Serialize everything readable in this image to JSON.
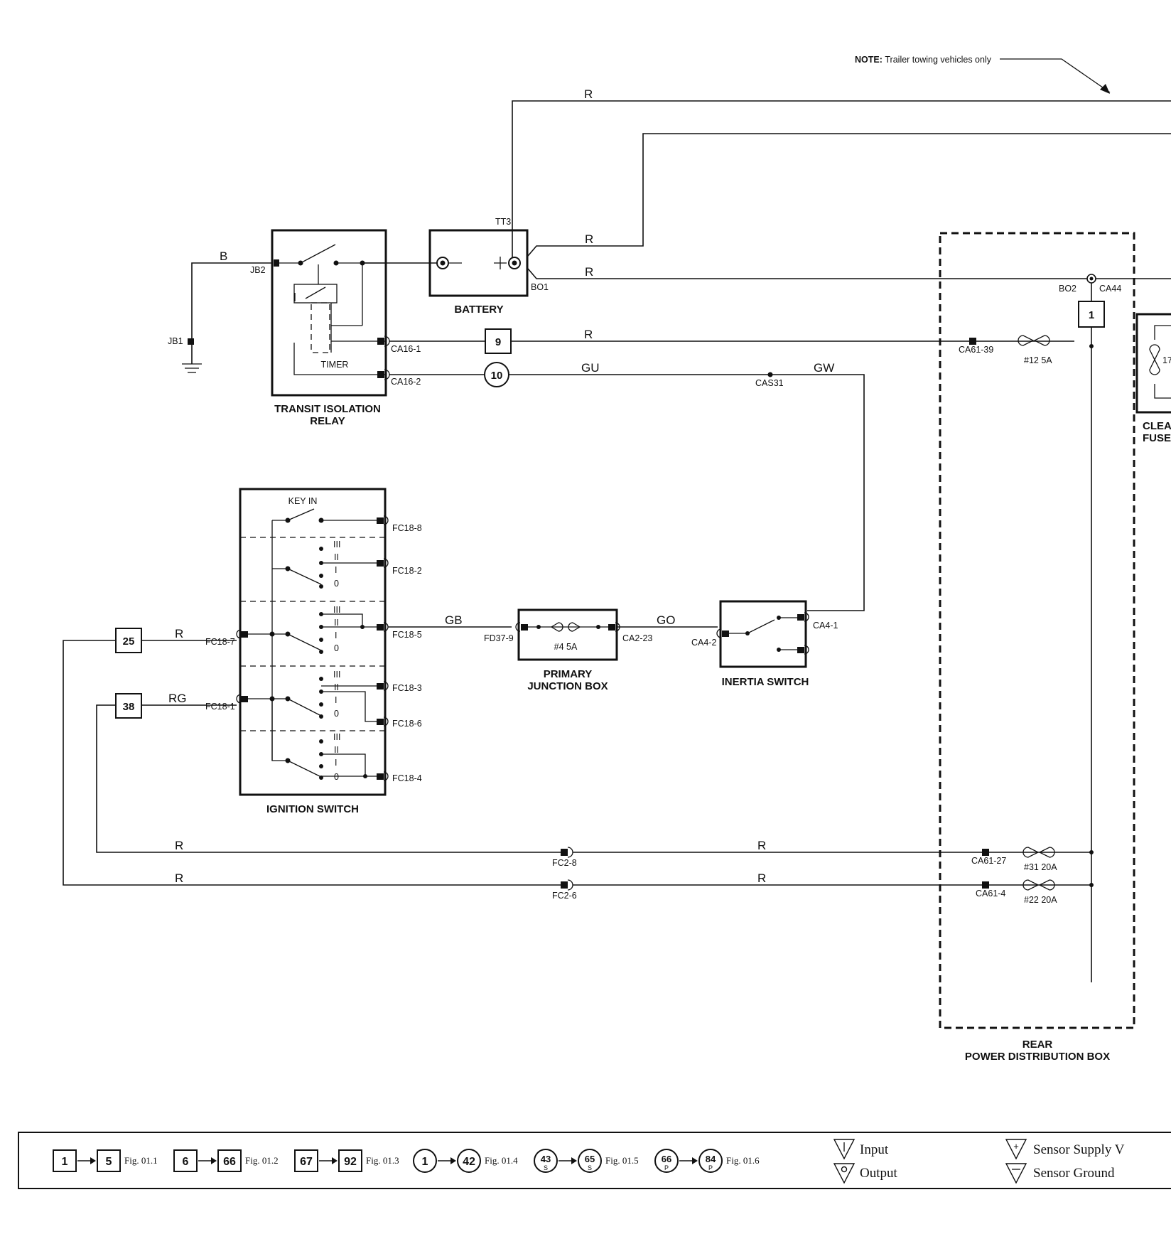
{
  "note": {
    "label": "NOTE:",
    "text": "Trailer towing vehicles only"
  },
  "wire_colors": {
    "top_r1": "R",
    "top_r2": "R",
    "bo1_r": "R",
    "b_ground": "B",
    "ca16_1": "R",
    "ca16_2": "GU",
    "cas31": "GW",
    "gb": "GB",
    "go": "GO",
    "fc18_7": "R",
    "fc18_1": "RG",
    "lower_r1_left": "R",
    "lower_r1_right": "R",
    "lower_r2_left": "R",
    "lower_r2_right": "R"
  },
  "components": {
    "battery": "BATTERY",
    "transit_relay_line1": "TRANSIT ISOLATION",
    "transit_relay_line2": "RELAY",
    "timer": "TIMER",
    "ignition_switch": "IGNITION SWITCH",
    "key_in": "KEY IN",
    "primary_jb_line1": "PRIMARY",
    "primary_jb_line2": "JUNCTION BOX",
    "inertia_switch": "INERTIA SWITCH",
    "rear_pdb_line1": "REAR",
    "rear_pdb_line2": "POWER DISTRIBUTION BOX",
    "clear_fuse_line1": "CLEA",
    "clear_fuse_line2": "FUSE",
    "clear_fuse_num": "17"
  },
  "switch_positions": {
    "p3": "III",
    "p2": "II",
    "p1": "I",
    "p0": "0"
  },
  "connectors": {
    "tt3": "TT3",
    "bo1": "BO1",
    "bo2": "BO2",
    "ca44": "CA44",
    "jb2": "JB2",
    "jb1": "JB1",
    "ca16_1": "CA16-1",
    "ca16_2": "CA16-2",
    "ca61_39": "CA61-39",
    "cas31": "CAS31",
    "fc18_8": "FC18-8",
    "fc18_2": "FC18-2",
    "fc18_5": "FC18-5",
    "fc18_3": "FC18-3",
    "fc18_6": "FC18-6",
    "fc18_4": "FC18-4",
    "fc18_7": "FC18-7",
    "fc18_1": "FC18-1",
    "fd37_9": "FD37-9",
    "ca2_23": "CA2-23",
    "ca4_2": "CA4-2",
    "ca4_1": "CA4-1",
    "fc2_8": "FC2-8",
    "fc2_6": "FC2-6",
    "ca61_27": "CA61-27",
    "ca61_4": "CA61-4"
  },
  "fuses": {
    "f12": "#12 5A",
    "f4": "#4 5A",
    "f31": "#31 20A",
    "f22": "#22 20A"
  },
  "refs": {
    "r9": "9",
    "r10": "10",
    "r1": "1",
    "r25": "25",
    "r38": "38"
  },
  "legend": {
    "items": [
      {
        "from": "1",
        "to": "5",
        "fig": "Fig. 01.1",
        "shape": "square"
      },
      {
        "from": "6",
        "to": "66",
        "fig": "Fig. 01.2",
        "shape": "square"
      },
      {
        "from": "67",
        "to": "92",
        "fig": "Fig. 01.3",
        "shape": "square"
      },
      {
        "from": "1",
        "to": "42",
        "fig": "Fig. 01.4",
        "shape": "circle"
      },
      {
        "from": "43",
        "to": "65",
        "fig": "Fig. 01.5",
        "shape": "circle-s",
        "sub": "S"
      },
      {
        "from": "66",
        "to": "84",
        "fig": "Fig. 01.6",
        "shape": "circle-p",
        "sub": "P"
      }
    ],
    "input": "Input",
    "output": "Output",
    "sensor_supply": "Sensor Supply V",
    "sensor_ground": "Sensor Ground"
  }
}
